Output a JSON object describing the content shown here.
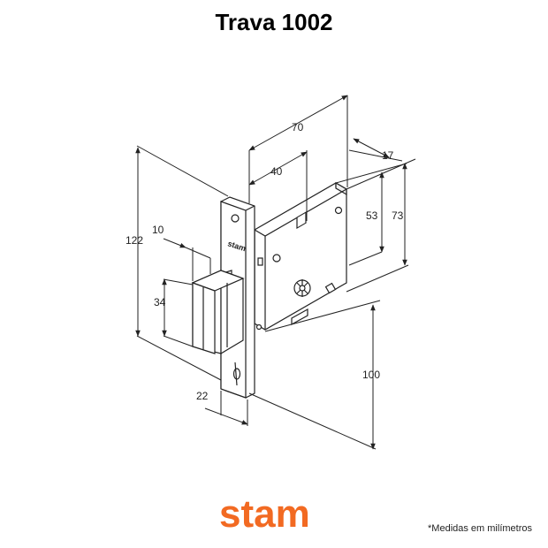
{
  "title": "Trava 1002",
  "dimensions": {
    "d70": "70",
    "d40": "40",
    "d17": "17",
    "d53": "53",
    "d73": "73",
    "d122": "122",
    "d10": "10",
    "d34": "34",
    "d100": "100",
    "d22": "22"
  },
  "brand": {
    "logo_text": "stam",
    "color": "#f26a22"
  },
  "footnote": "*Medidas em milímetros"
}
